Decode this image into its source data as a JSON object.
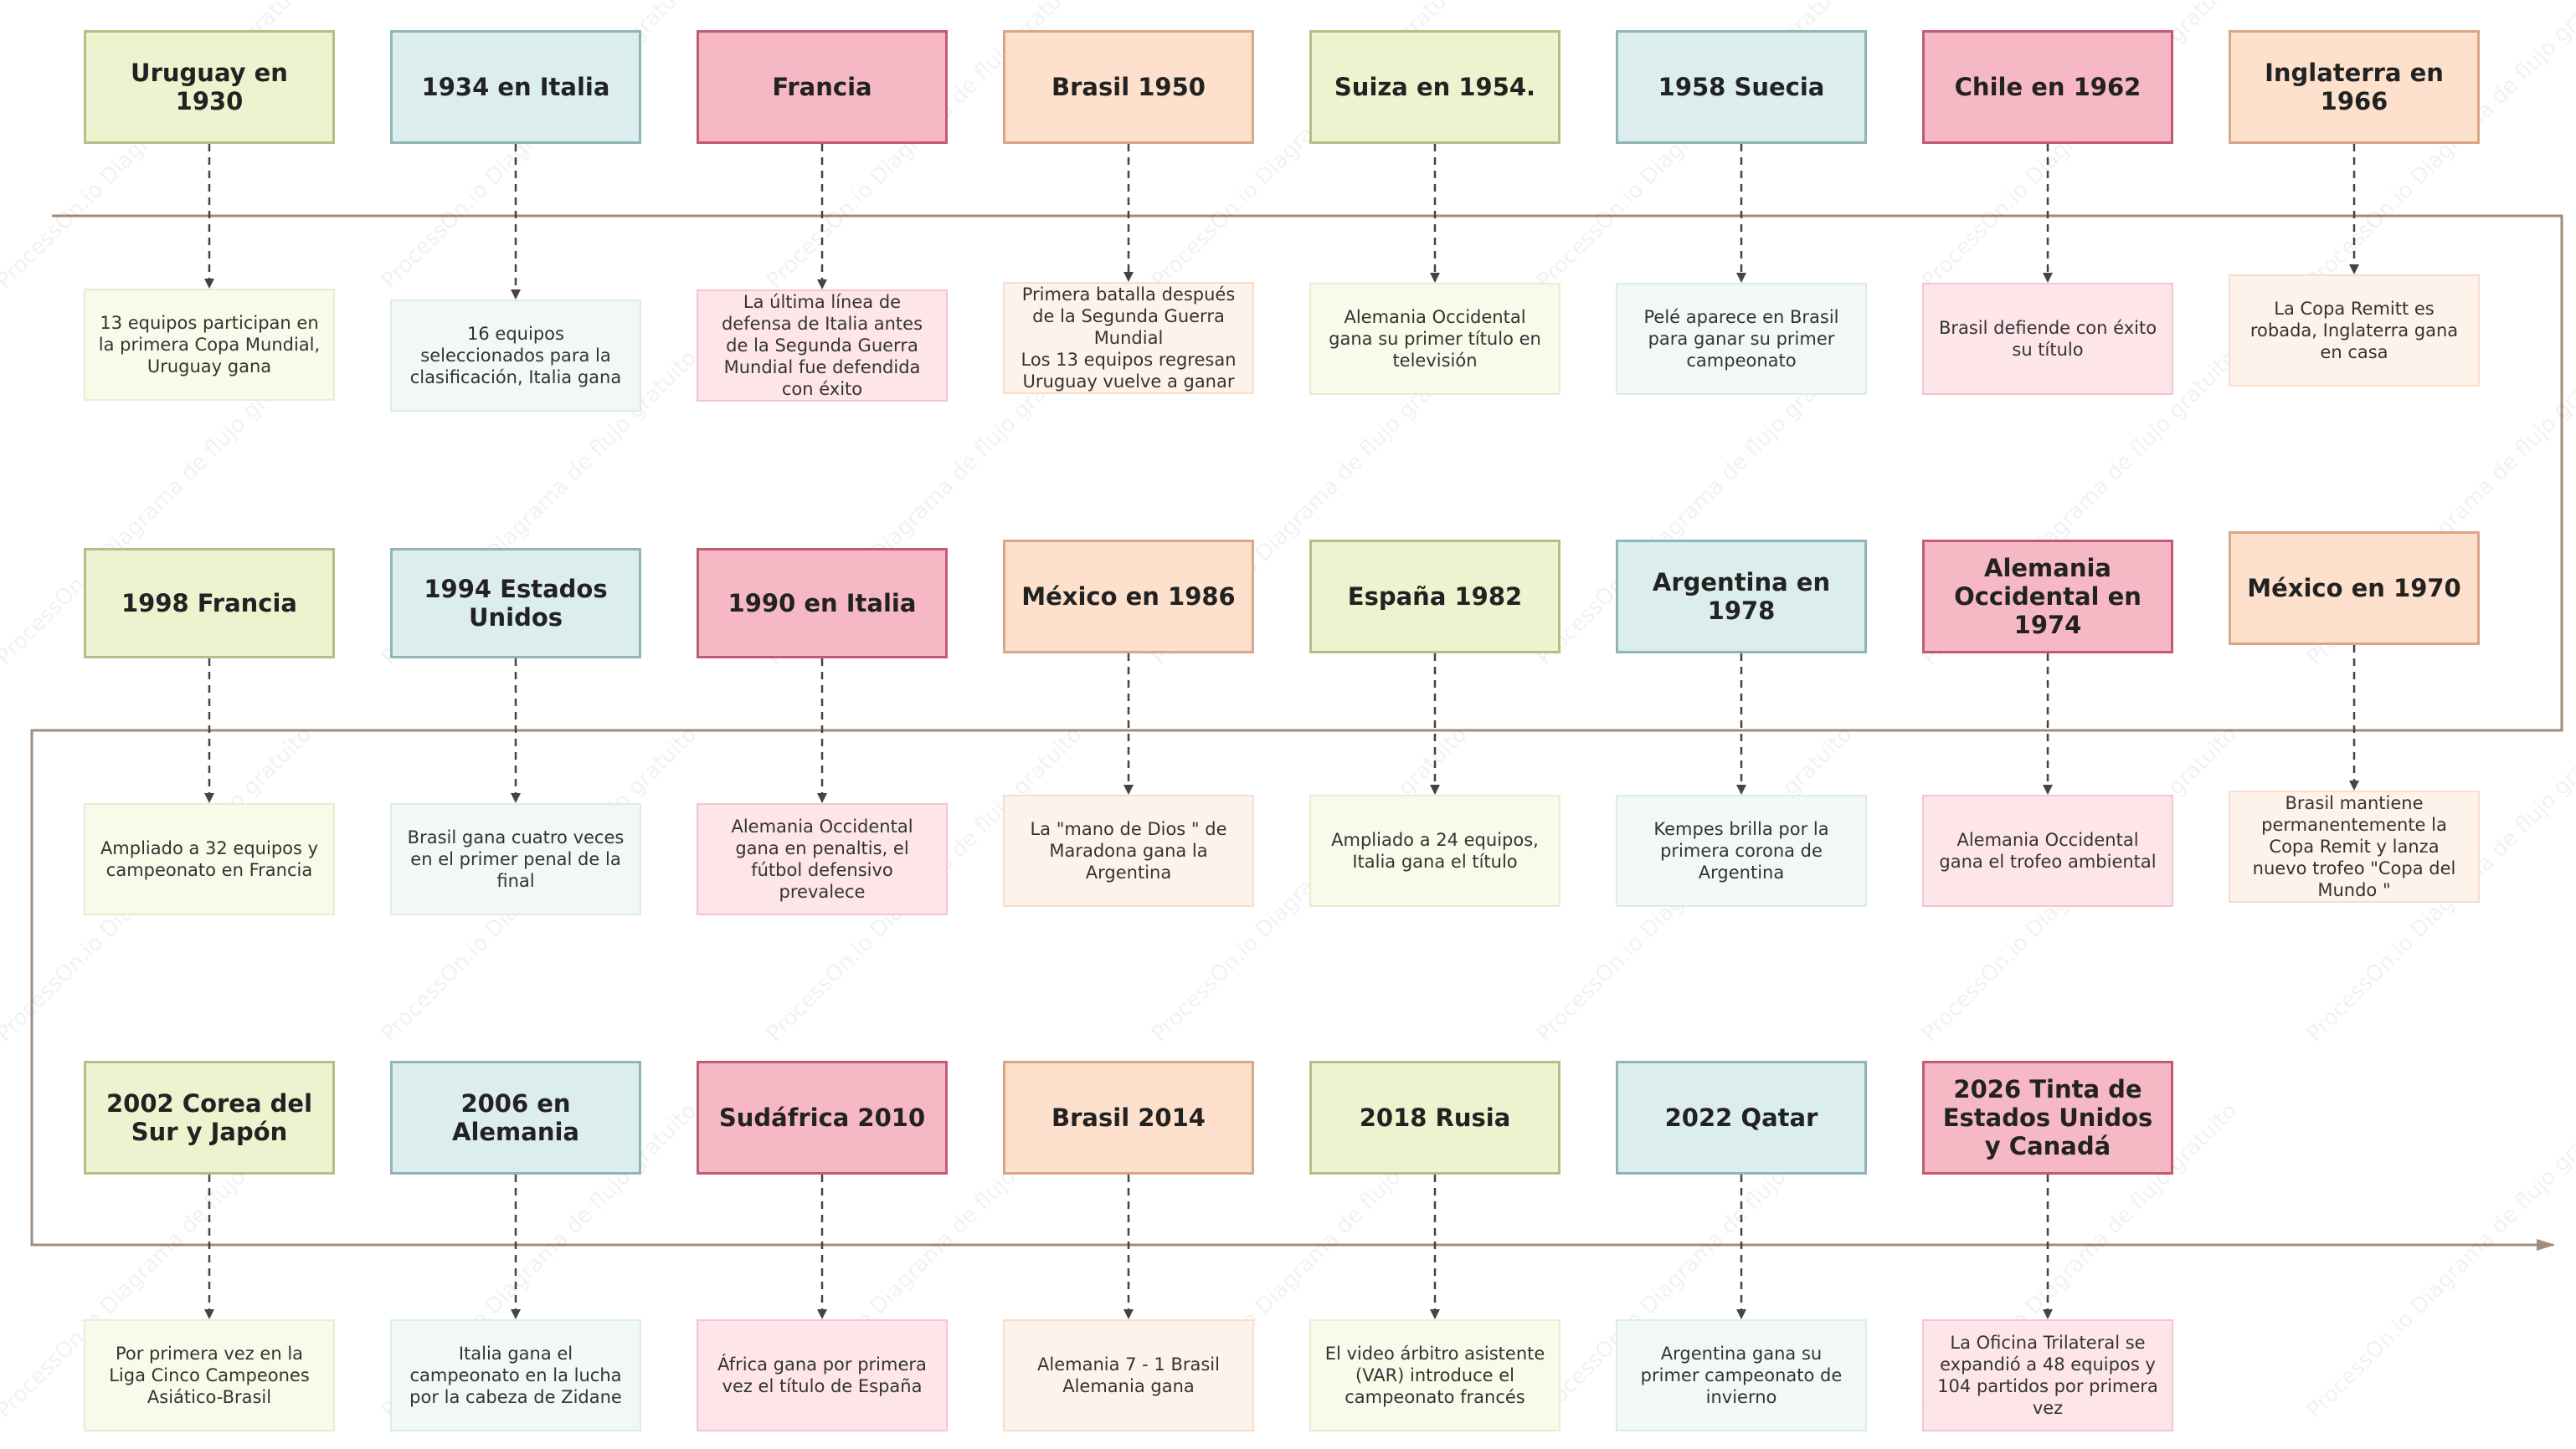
{
  "watermarks": [
    "ProcessOn.io Diagrama de flujo gratuito"
  ],
  "colors": {
    "timeline": "#a08c7d",
    "connector": "#444444",
    "green": "#eef2cf",
    "blue": "#dbedec",
    "pink": "#f6b8c5",
    "peach": "#fde1cd"
  },
  "events": [
    {
      "title": "Uruguay en 1930",
      "desc": "13 equipos participan en la primera Copa Mundial, Uruguay gana"
    },
    {
      "title": "1934 en Italia",
      "desc": "16 equipos seleccionados para la clasificación, Italia gana"
    },
    {
      "title": "Francia",
      "desc": "La última línea de defensa de Italia antes de la Segunda Guerra Mundial fue defendida con éxito"
    },
    {
      "title": "Brasil 1950",
      "desc": "Primera batalla después de la Segunda Guerra Mundial\nLos 13 equipos regresan Uruguay vuelve a ganar"
    },
    {
      "title": "Suiza en 1954.",
      "desc": "Alemania Occidental gana su primer título en televisión"
    },
    {
      "title": "1958 Suecia",
      "desc": "Pelé aparece en Brasil para ganar su primer campeonato"
    },
    {
      "title": "Chile en 1962",
      "desc": "Brasil defiende con éxito su título"
    },
    {
      "title": "Inglaterra en 1966",
      "desc": "La Copa Remitt es robada, Inglaterra gana en casa"
    },
    {
      "title": "México en 1970",
      "desc": "Brasil mantiene permanentemente la Copa Remit y lanza nuevo trofeo \"Copa del Mundo \""
    },
    {
      "title": "Alemania Occidental en 1974",
      "desc": "Alemania Occidental gana el trofeo ambiental"
    },
    {
      "title": "Argentina en 1978",
      "desc": "Kempes brilla por la primera corona de Argentina"
    },
    {
      "title": "España 1982",
      "desc": "Ampliado a 24 equipos, Italia gana el título"
    },
    {
      "title": "México en 1986",
      "desc": "La \"mano de Dios \" de Maradona gana la Argentina"
    },
    {
      "title": "1990 en Italia",
      "desc": "Alemania Occidental gana en penaltis, el fútbol defensivo prevalece"
    },
    {
      "title": "1994 Estados Unidos",
      "desc": "Brasil gana cuatro veces en el primer penal de la final"
    },
    {
      "title": "1998 Francia",
      "desc": "Ampliado a 32 equipos y campeonato en Francia"
    },
    {
      "title": "2002 Corea del Sur y Japón",
      "desc": "Por primera vez en la Liga Cinco Campeones Asiático-Brasil"
    },
    {
      "title": "2006 en Alemania",
      "desc": "Italia gana el campeonato en la lucha por la cabeza de Zidane"
    },
    {
      "title": "Sudáfrica 2010",
      "desc": "África gana por primera vez el título de España"
    },
    {
      "title": "Brasil 2014",
      "desc": "Alemania 7 - 1 Brasil Alemania gana"
    },
    {
      "title": "2018 Rusia",
      "desc": "El video árbitro asistente (VAR) introduce el campeonato francés"
    },
    {
      "title": "2022 Qatar",
      "desc": "Argentina gana su primer campeonato de invierno"
    },
    {
      "title": "2026 Tinta de Estados Unidos y Canadá",
      "desc": "La Oficina Trilateral se expandió a 48 equipos y 104 partidos por primera vez"
    }
  ]
}
